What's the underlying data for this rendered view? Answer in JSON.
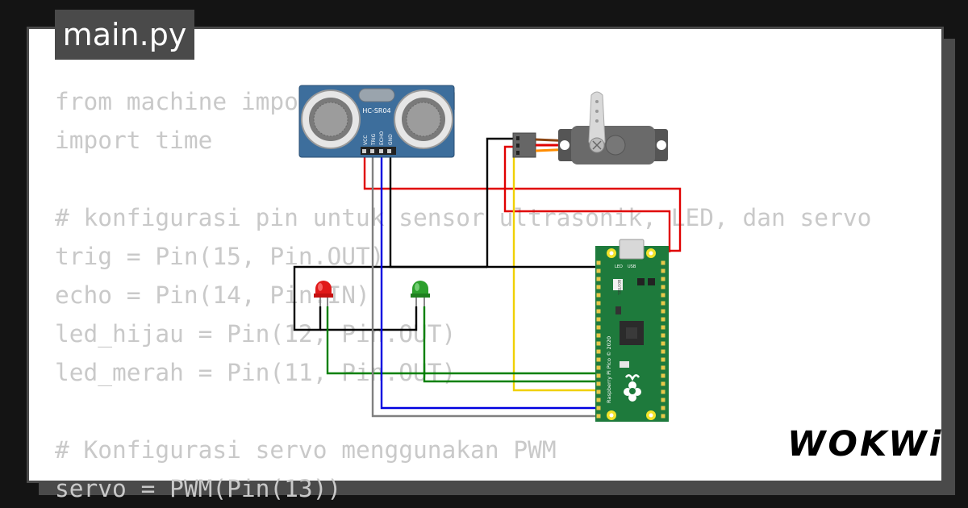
{
  "tab": {
    "filename": "main.py"
  },
  "code": {
    "lines": [
      "from machine import Pin, PWM",
      "import time",
      "",
      "# konfigurasi pin untuk sensor ultrasonik, LED, dan servo",
      "trig = Pin(15, Pin.OUT)",
      "echo = Pin(14, Pin.IN)",
      "led_hijau = Pin(12, Pin.OUT)",
      "led_merah = Pin(11, Pin.OUT)",
      "",
      "# Konfigurasi servo menggunakan PWM",
      "servo = PWM(Pin(13))"
    ]
  },
  "sensor": {
    "label": "HC-SR04",
    "pins": [
      "VCC",
      "TRIG",
      "ECHO",
      "GND"
    ]
  },
  "pico": {
    "label": "Raspberry Pi Pico © 2020",
    "led_label": "LED",
    "usb_label": "USB",
    "bootsel_label": "BOOTSEL"
  },
  "brand": {
    "logo": "WOKWi"
  },
  "colors": {
    "background": "#141414",
    "card": "#ffffff",
    "tab": "#4a4a4a",
    "code_text": "#c9c9c9",
    "wire_red": "#e00000",
    "wire_black": "#000000",
    "wire_green": "#008000",
    "wire_yellow": "#f0d000",
    "wire_blue": "#0000e0",
    "wire_gray": "#808080",
    "pico_green": "#1e7a3c",
    "sensor_blue": "#3d6e9c"
  },
  "icons": [
    "led-red-icon",
    "led-green-icon",
    "servo-motor-icon",
    "ultrasonic-sensor-icon",
    "raspberry-pi-logo-icon"
  ]
}
